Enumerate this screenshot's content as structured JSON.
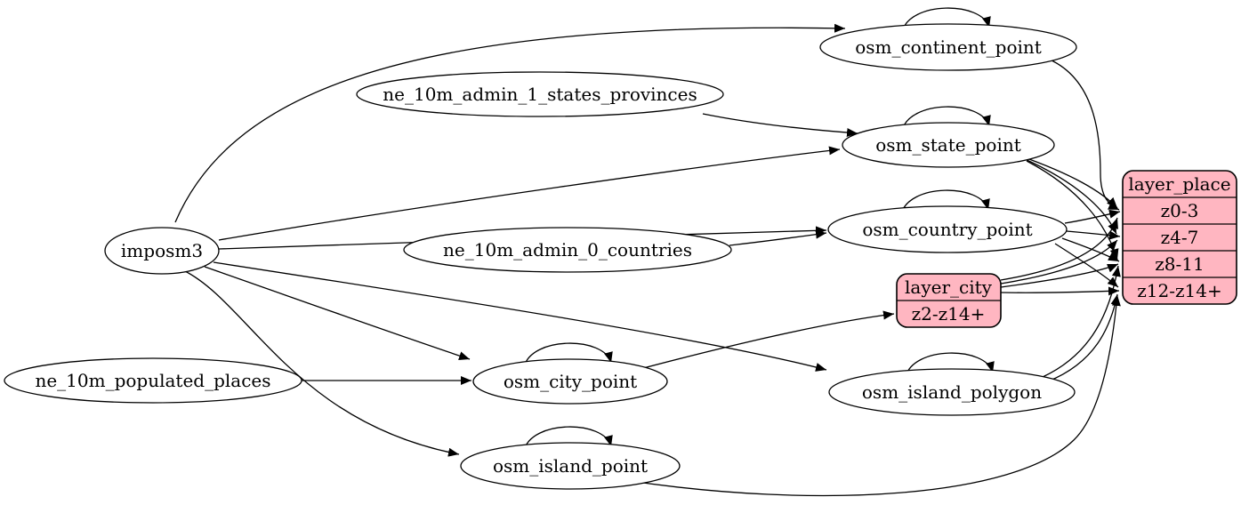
{
  "diagram": {
    "kind": "etl-graph",
    "colors": {
      "background": "#ffffff",
      "table_fill": "#ffffff",
      "layer_fill": "#ffb6c1",
      "stroke": "#000000"
    },
    "nodes": {
      "imposm3": {
        "label": "imposm3",
        "kind": "source",
        "shape": "ellipse"
      },
      "ne_10m_admin_1_states_provinces": {
        "label": "ne_10m_admin_1_states_provinces",
        "kind": "source",
        "shape": "ellipse"
      },
      "ne_10m_admin_0_countries": {
        "label": "ne_10m_admin_0_countries",
        "kind": "source",
        "shape": "ellipse"
      },
      "ne_10m_populated_places": {
        "label": "ne_10m_populated_places",
        "kind": "source",
        "shape": "ellipse"
      },
      "osm_continent_point": {
        "label": "osm_continent_point",
        "kind": "table",
        "shape": "ellipse",
        "self_loop": true
      },
      "osm_state_point": {
        "label": "osm_state_point",
        "kind": "table",
        "shape": "ellipse",
        "self_loop": true
      },
      "osm_country_point": {
        "label": "osm_country_point",
        "kind": "table",
        "shape": "ellipse",
        "self_loop": true
      },
      "osm_city_point": {
        "label": "osm_city_point",
        "kind": "table",
        "shape": "ellipse",
        "self_loop": true
      },
      "osm_island_polygon": {
        "label": "osm_island_polygon",
        "kind": "table",
        "shape": "ellipse",
        "self_loop": true
      },
      "osm_island_point": {
        "label": "osm_island_point",
        "kind": "table",
        "shape": "ellipse",
        "self_loop": true
      },
      "layer_city": {
        "header": "layer_city",
        "rows": [
          "z2-z14+"
        ],
        "kind": "layer",
        "shape": "record"
      },
      "layer_place": {
        "header": "layer_place",
        "rows": [
          "z0-3",
          "z4-7",
          "z8-11",
          "z12-z14+"
        ],
        "kind": "layer",
        "shape": "record"
      }
    },
    "edges": [
      {
        "from": "imposm3",
        "to": "osm_continent_point"
      },
      {
        "from": "imposm3",
        "to": "osm_state_point"
      },
      {
        "from": "imposm3",
        "to": "osm_country_point"
      },
      {
        "from": "imposm3",
        "to": "osm_city_point"
      },
      {
        "from": "imposm3",
        "to": "osm_island_polygon"
      },
      {
        "from": "imposm3",
        "to": "osm_island_point"
      },
      {
        "from": "ne_10m_admin_1_states_provinces",
        "to": "osm_state_point"
      },
      {
        "from": "ne_10m_admin_0_countries",
        "to": "osm_country_point"
      },
      {
        "from": "ne_10m_populated_places",
        "to": "osm_city_point"
      },
      {
        "from": "osm_continent_point",
        "to": "osm_continent_point",
        "self": true
      },
      {
        "from": "osm_state_point",
        "to": "osm_state_point",
        "self": true
      },
      {
        "from": "osm_country_point",
        "to": "osm_country_point",
        "self": true
      },
      {
        "from": "osm_city_point",
        "to": "osm_city_point",
        "self": true
      },
      {
        "from": "osm_island_polygon",
        "to": "osm_island_polygon",
        "self": true
      },
      {
        "from": "osm_island_point",
        "to": "osm_island_point",
        "self": true
      },
      {
        "from": "osm_continent_point",
        "to": "layer_place",
        "to_port": "z0-3"
      },
      {
        "from": "osm_state_point",
        "to": "layer_place",
        "to_port": "z0-3"
      },
      {
        "from": "osm_state_point",
        "to": "layer_place",
        "to_port": "z4-7"
      },
      {
        "from": "osm_state_point",
        "to": "layer_place",
        "to_port": "z8-11"
      },
      {
        "from": "osm_country_point",
        "to": "layer_place",
        "to_port": "z0-3"
      },
      {
        "from": "osm_country_point",
        "to": "layer_place",
        "to_port": "z4-7"
      },
      {
        "from": "osm_country_point",
        "to": "layer_place",
        "to_port": "z8-11"
      },
      {
        "from": "osm_country_point",
        "to": "layer_place",
        "to_port": "z12-z14+"
      },
      {
        "from": "osm_city_point",
        "to": "layer_city",
        "to_port": "z2-z14+"
      },
      {
        "from": "layer_city",
        "to": "layer_place",
        "to_port": "z0-3"
      },
      {
        "from": "layer_city",
        "to": "layer_place",
        "to_port": "z4-7"
      },
      {
        "from": "layer_city",
        "to": "layer_place",
        "to_port": "z8-11"
      },
      {
        "from": "layer_city",
        "to": "layer_place",
        "to_port": "z12-z14+"
      },
      {
        "from": "osm_island_polygon",
        "to": "layer_place",
        "to_port": "z8-11"
      },
      {
        "from": "osm_island_polygon",
        "to": "layer_place",
        "to_port": "z12-z14+"
      },
      {
        "from": "osm_island_point",
        "to": "layer_place",
        "to_port": "z12-z14+"
      }
    ]
  }
}
